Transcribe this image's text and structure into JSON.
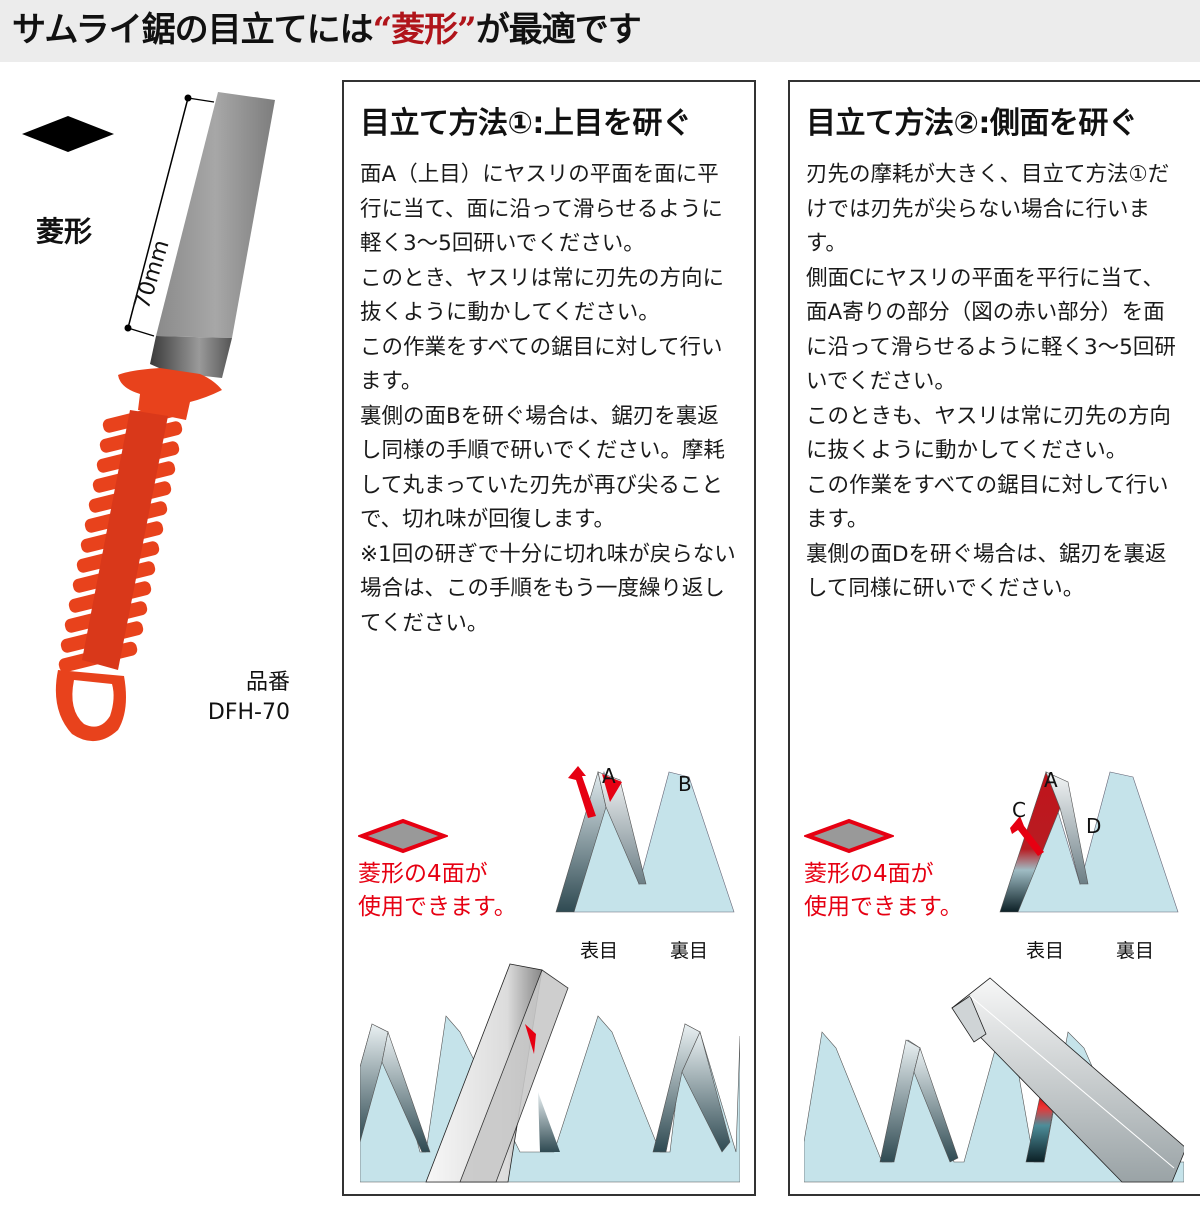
{
  "header": {
    "title_prefix": "サムライ鋸の目立てには",
    "title_accent": "“菱形”",
    "title_suffix": "が最適です",
    "accent_color": "#b0141a",
    "background": "#ececec"
  },
  "product": {
    "shape_icon": "black-diamond-icon",
    "shape_label": "菱形",
    "dimension_label": "70mm",
    "model_label": "品番",
    "model_number": "DFH-70",
    "handle_color": "#e8421c"
  },
  "method1": {
    "title": "目立て方法①:上目を研ぐ",
    "paragraphs": [
      "面A（上目）にヤスリの平面を面に平行に当て、面に沿って滑らせるように軽く3～5回研いでください。",
      "このとき、ヤスリは常に刃先の方向に抜くように動かしてください。",
      "この作業をすべての鋸目に対して行います。",
      "裏側の面Bを研ぐ場合は、鋸刃を裏返し同様の手順で研いでください。摩耗して丸まっていた刃先が再び尖ることで、切れ味が回復します。",
      "※1回の研ぎで十分に切れ味が戻らない場合は、この手順をもう一度繰り返してください。"
    ],
    "note_line1": "菱形の4面が",
    "note_line2": "使用できます。",
    "face_labels": [
      "A",
      "B"
    ],
    "tooth_labels": [
      "表目",
      "裏目"
    ]
  },
  "method2": {
    "title": "目立て方法②:側面を研ぐ",
    "paragraphs": [
      "刃先の摩耗が大きく、目立て方法①だけでは刃先が尖らない場合に行います。",
      "側面Cにヤスリの平面を平行に当て、面A寄りの部分（図の赤い部分）を面に沿って滑らせるように軽く3～5回研いでください。",
      "このときも、ヤスリは常に刃先の方向に抜くように動かしてください。",
      "この作業をすべての鋸目に対して行います。",
      "裏側の面Dを研ぐ場合は、鋸刃を裏返して同様に研いでください。"
    ],
    "note_line1": "菱形の4面が",
    "note_line2": "使用できます。",
    "face_labels": [
      "A",
      "C",
      "D"
    ],
    "tooth_labels": [
      "表目",
      "裏目"
    ]
  },
  "colors": {
    "note_red": "#e60012",
    "tooth_blue": "#c5e3ea",
    "border": "#333333"
  }
}
